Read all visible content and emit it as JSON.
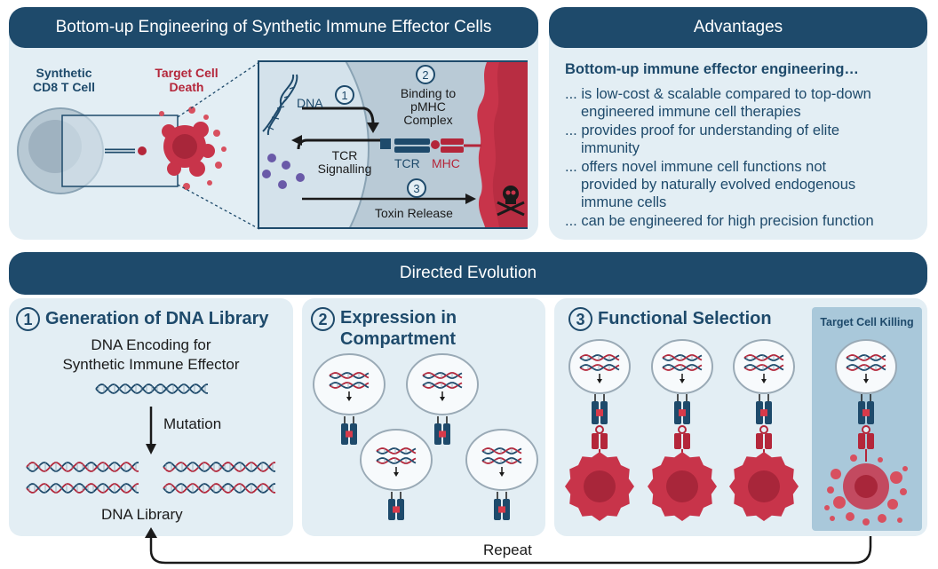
{
  "top_left": {
    "header": "Bottom-up Engineering of Synthetic Immune Effector Cells",
    "synthetic_cell_label": "Synthetic\nCD8 T Cell",
    "target_cell_label": "Target Cell\nDeath",
    "dna_label": "DNA",
    "step1": "1",
    "step2": "2",
    "step3": "3",
    "binding_label": "Binding to\npMHC\nComplex",
    "tcr_signalling_label": "TCR\nSignalling",
    "tcr_label": "TCR",
    "mhc_label": "MHC",
    "toxin_label": "Toxin Release"
  },
  "advantages": {
    "header": "Advantages",
    "title": "Bottom-up immune effector engineering…",
    "lines": [
      "... is low-cost & scalable compared to top-down",
      "engineered immune cell therapies",
      "... provides proof for understanding of elite",
      "immunity",
      "... offers novel immune cell functions not",
      "provided by naturally evolved endogenous",
      "immune cells",
      "... can be engineered for high precision function"
    ]
  },
  "directed_evolution": {
    "header": "Directed Evolution",
    "step1": {
      "num": "1",
      "title": "Generation of DNA Library",
      "subtitle": "DNA Encoding for\nSynthetic Immune Effector",
      "mutation": "Mutation",
      "library": "DNA Library"
    },
    "step2": {
      "num": "2",
      "title": "Expression in\nCompartment"
    },
    "step3": {
      "num": "3",
      "title": "Functional Selection",
      "killing": "Target Cell Killing"
    },
    "repeat": "Repeat"
  },
  "colors": {
    "navy": "#1e4a6b",
    "red": "#b4263a",
    "panel": "#e3eef4",
    "killing_panel": "#a9c8da"
  }
}
